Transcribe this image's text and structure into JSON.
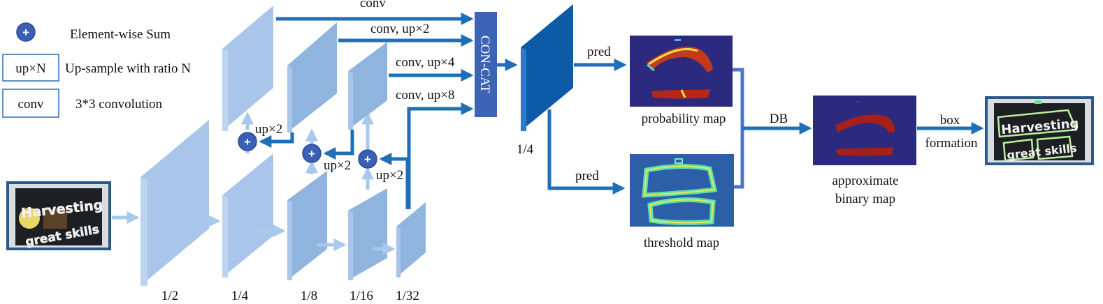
{
  "legend": {
    "sum_symbol": "+",
    "sum_desc": "Element-wise Sum",
    "up_box": "up×N",
    "up_desc": "Up-sample with ratio N",
    "conv_box": "conv",
    "conv_desc": "3*3 convolution"
  },
  "backbone": {
    "scales": [
      "1/2",
      "1/4",
      "1/8",
      "1/16",
      "1/32"
    ]
  },
  "fpn": {
    "up_labels": [
      "up×2",
      "up×2",
      "up×2"
    ]
  },
  "branches": {
    "conv": "conv",
    "conv_up2": "conv, up×2",
    "conv_up4": "conv, up×4",
    "conv_up8": "conv, up×8"
  },
  "concat": "CON-CAT",
  "fused_scale": "1/4",
  "pred_top": "pred",
  "pred_bottom": "pred",
  "prob_map": "probability map",
  "thresh_map": "threshold map",
  "db": "DB",
  "approx_line1": "approximate",
  "approx_line2": "binary map",
  "box_line1": "box",
  "box_line2": "formation",
  "input_image": {
    "word1": "Harvesting",
    "word2": "great skills"
  },
  "colors": {
    "feature_light": "#a9c6ea",
    "feature_mid": "#8bb0d8",
    "arrow_dark": "#1f6fb8",
    "arrow_light": "#a8c8ec",
    "concat": "#3d63b4",
    "fused": "#0d5aa6",
    "map_bg": "#2c2a7e"
  }
}
